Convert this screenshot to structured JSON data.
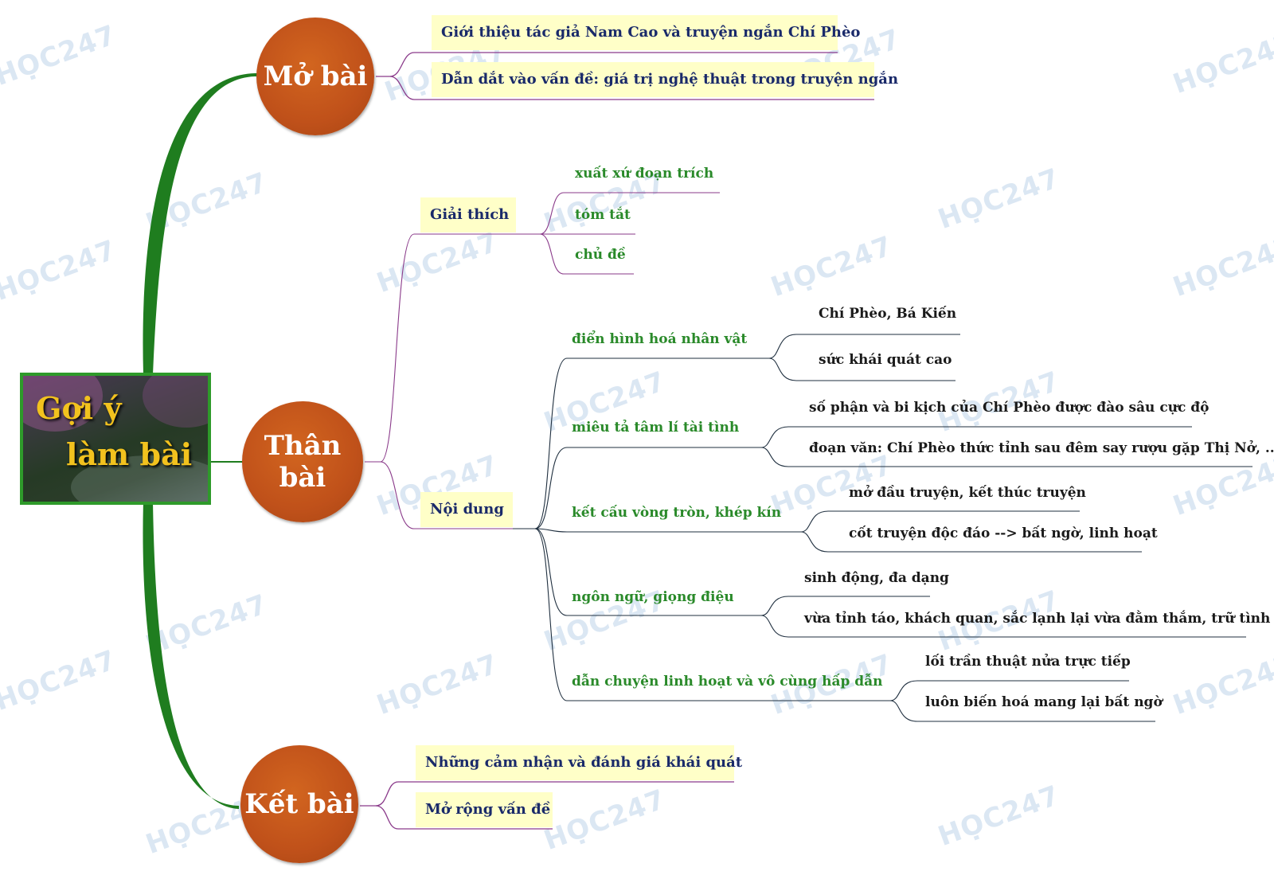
{
  "central": {
    "line1": "Gợi ý",
    "line2": "làm bài"
  },
  "mo_bai": {
    "title": "Mở bài",
    "items": [
      "Giới thiệu tác giả Nam Cao và truyện ngắn Chí Phèo",
      "Dẫn dắt vào vấn đề: giá trị nghệ thuật trong truyện ngắn"
    ]
  },
  "than_bai": {
    "title_line1": "Thân",
    "title_line2": "bài",
    "giai_thich": {
      "label": "Giải thích",
      "items": [
        "xuất xứ đoạn trích",
        "tóm tắt",
        "chủ đề"
      ]
    },
    "noi_dung": {
      "label": "Nội dung",
      "branches": [
        {
          "label": "điển hình hoá nhân vật",
          "items": [
            "Chí Phèo, Bá Kiến",
            "sức khái quát cao"
          ]
        },
        {
          "label": "miêu tả tâm lí tài tình",
          "items": [
            "số phận và bi kịch của Chí Phèo được đào sâu cực độ",
            "đoạn văn: Chí Phèo thức tỉnh sau đêm say rượu gặp Thị Nở, ..."
          ]
        },
        {
          "label": "kết cấu vòng tròn, khép kín",
          "items": [
            "mở đầu truyện, kết thúc truyện",
            "cốt truyện độc đáo --> bất ngờ, linh hoạt"
          ]
        },
        {
          "label": "ngôn ngữ, giọng điệu",
          "items": [
            "sinh động, đa dạng",
            "vừa tỉnh táo, khách quan, sắc lạnh lại vừa đằm thắm, trữ tình"
          ]
        },
        {
          "label": "dẫn chuyện linh hoạt và vô cùng hấp dẫn",
          "items": [
            "lối trần thuật nửa trực tiếp",
            "luôn biến hoá mang lại bất ngờ"
          ]
        }
      ]
    }
  },
  "ket_bai": {
    "title": "Kết bài",
    "items": [
      "Những cảm nhận và đánh giá khái quát",
      "Mở rộng vấn đề"
    ]
  },
  "watermark": "HỌC247",
  "colors": {
    "circle": "#c0511a",
    "trunk": "#1f7d1f",
    "note_bg": "#ffffc8",
    "note_text": "#1a2a6a",
    "green_text": "#2a8a2a",
    "branch_line": "#8a3a8a"
  }
}
